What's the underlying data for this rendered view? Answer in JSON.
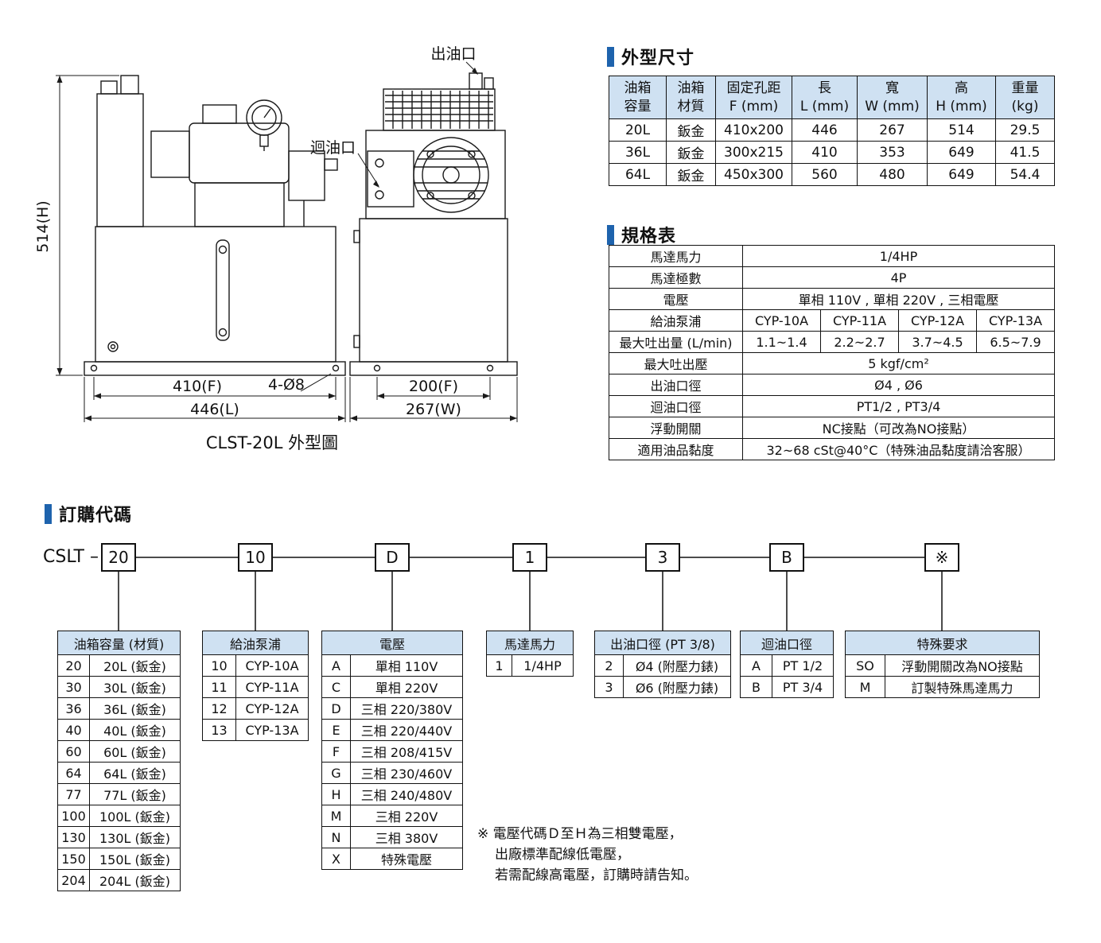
{
  "drawing": {
    "outlet_label": "出油口",
    "return_label": "迴油口",
    "height_label": "514(H)",
    "front_width_f": "410(F)",
    "holes_label": "4-Ø8",
    "front_width_l": "446(L)",
    "side_width_f": "200(F)",
    "side_width_w": "267(W)",
    "caption": "CLST-20L 外型圖"
  },
  "dim_section": {
    "title": "外型尺寸",
    "headers": [
      "油箱\n容量",
      "油箱\n材質",
      "固定孔距\nF (mm)",
      "長\nL (mm)",
      "寬\nW (mm)",
      "高\nH (mm)",
      "重量\n(kg)"
    ],
    "rows": [
      [
        "20L",
        "鈑金",
        "410x200",
        "446",
        "267",
        "514",
        "29.5"
      ],
      [
        "36L",
        "鈑金",
        "300x215",
        "410",
        "353",
        "649",
        "41.5"
      ],
      [
        "64L",
        "鈑金",
        "450x300",
        "560",
        "480",
        "649",
        "54.4"
      ]
    ]
  },
  "spec_section": {
    "title": "規格表",
    "rows": [
      {
        "label": "馬達馬力",
        "value": "1/4HP"
      },
      {
        "label": "馬達極數",
        "value": "4P"
      },
      {
        "label": "電壓",
        "value": "單相 110V , 單相 220V , 三相電壓"
      },
      {
        "label": "給油泵浦",
        "values": [
          "CYP-10A",
          "CYP-11A",
          "CYP-12A",
          "CYP-13A"
        ]
      },
      {
        "label": "最大吐出量 (L/min)",
        "values": [
          "1.1~1.4",
          "2.2~2.7",
          "3.7~4.5",
          "6.5~7.9"
        ]
      },
      {
        "label": "最大吐出壓",
        "value": "5 kgf/cm²"
      },
      {
        "label": "出油口徑",
        "value": "Ø4 , Ø6"
      },
      {
        "label": "迴油口徑",
        "value": "PT1/2 , PT3/4"
      },
      {
        "label": "浮動開關",
        "value": "NC接點（可改為NO接點）"
      },
      {
        "label": "適用油品黏度",
        "value": "32~68 cSt@40°C（特殊油品黏度請洽客服）"
      }
    ]
  },
  "order_section": {
    "title": "訂購代碼",
    "prefix": "CSLT –",
    "boxes": [
      "20",
      "10",
      "D",
      "1",
      "3",
      "B",
      "※"
    ],
    "tables": {
      "tank": {
        "title": "油箱容量 (材質)",
        "rows": [
          [
            "20",
            "20L (鈑金)"
          ],
          [
            "30",
            "30L (鈑金)"
          ],
          [
            "36",
            "36L (鈑金)"
          ],
          [
            "40",
            "40L (鈑金)"
          ],
          [
            "60",
            "60L (鈑金)"
          ],
          [
            "64",
            "64L (鈑金)"
          ],
          [
            "77",
            "77L (鈑金)"
          ],
          [
            "100",
            "100L (鈑金)"
          ],
          [
            "130",
            "130L (鈑金)"
          ],
          [
            "150",
            "150L (鈑金)"
          ],
          [
            "204",
            "204L (鈑金)"
          ]
        ]
      },
      "pump": {
        "title": "給油泵浦",
        "rows": [
          [
            "10",
            "CYP-10A"
          ],
          [
            "11",
            "CYP-11A"
          ],
          [
            "12",
            "CYP-12A"
          ],
          [
            "13",
            "CYP-13A"
          ]
        ]
      },
      "voltage": {
        "title": "電壓",
        "rows": [
          [
            "A",
            "單相 110V"
          ],
          [
            "C",
            "單相 220V"
          ],
          [
            "D",
            "三相 220/380V"
          ],
          [
            "E",
            "三相 220/440V"
          ],
          [
            "F",
            "三相 208/415V"
          ],
          [
            "G",
            "三相 230/460V"
          ],
          [
            "H",
            "三相 240/480V"
          ],
          [
            "M",
            "三相 220V"
          ],
          [
            "N",
            "三相 380V"
          ],
          [
            "X",
            "特殊電壓"
          ]
        ]
      },
      "motor": {
        "title": "馬達馬力",
        "rows": [
          [
            "1",
            "1/4HP"
          ]
        ]
      },
      "outlet": {
        "title": "出油口徑 (PT 3/8)",
        "rows": [
          [
            "2",
            "Ø4 (附壓力錶)"
          ],
          [
            "3",
            "Ø6 (附壓力錶)"
          ]
        ]
      },
      "return": {
        "title": "迴油口徑",
        "rows": [
          [
            "A",
            "PT 1/2"
          ],
          [
            "B",
            "PT 3/4"
          ]
        ]
      },
      "special": {
        "title": "特殊要求",
        "rows": [
          [
            "SO",
            "浮動開關改為NO接點"
          ],
          [
            "M",
            "訂製特殊馬達馬力"
          ]
        ]
      }
    },
    "note_lines": [
      "※ 電壓代碼Ｄ至Ｈ為三相雙電壓，",
      "出廠標準配線低電壓，",
      "若需配線高電壓，訂購時請告知。"
    ]
  },
  "colors": {
    "accent_blue": "#1e63ad",
    "table_header_blue": "#cfe1f2"
  }
}
